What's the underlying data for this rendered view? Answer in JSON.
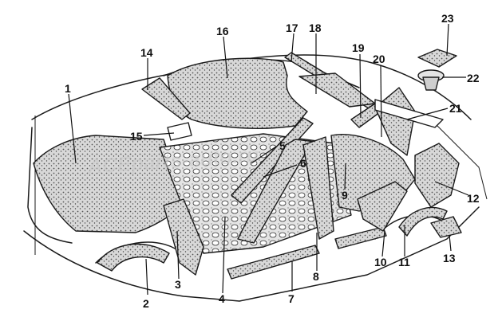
{
  "watermark": "ACEparts-auto.ru",
  "callouts": [
    "1",
    "2",
    "3",
    "4",
    "5",
    "6",
    "7",
    "8",
    "9",
    "10",
    "11",
    "12",
    "13",
    "14",
    "15",
    "16",
    "17",
    "18",
    "19",
    "20",
    "21",
    "22",
    "23"
  ],
  "colors": {
    "ink": "#111111",
    "panel_fill": "#d8d8d8",
    "speckle": "#555555",
    "background": "#ffffff"
  }
}
